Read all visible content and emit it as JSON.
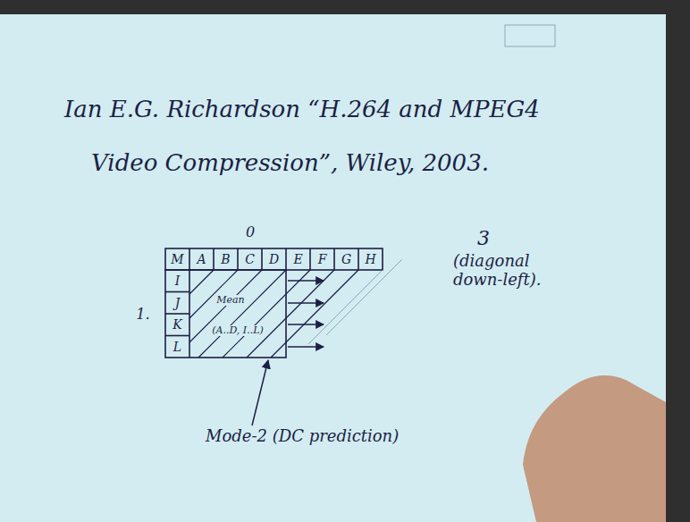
{
  "diagram": {
    "labels": [
      "Ian E.G. Richardson “H.264 and MPEG4",
      "Video Compression”, Wiley, 2003.",
      "0",
      "M",
      "A",
      "B",
      "C",
      "D",
      "E",
      "F",
      "G",
      "H",
      "I",
      "J",
      "K",
      "L",
      "1.",
      "Mean",
      "(A..D, I..L)",
      "3",
      "(diagonal down-left).",
      "Mode-2 (DC prediction)"
    ]
  }
}
